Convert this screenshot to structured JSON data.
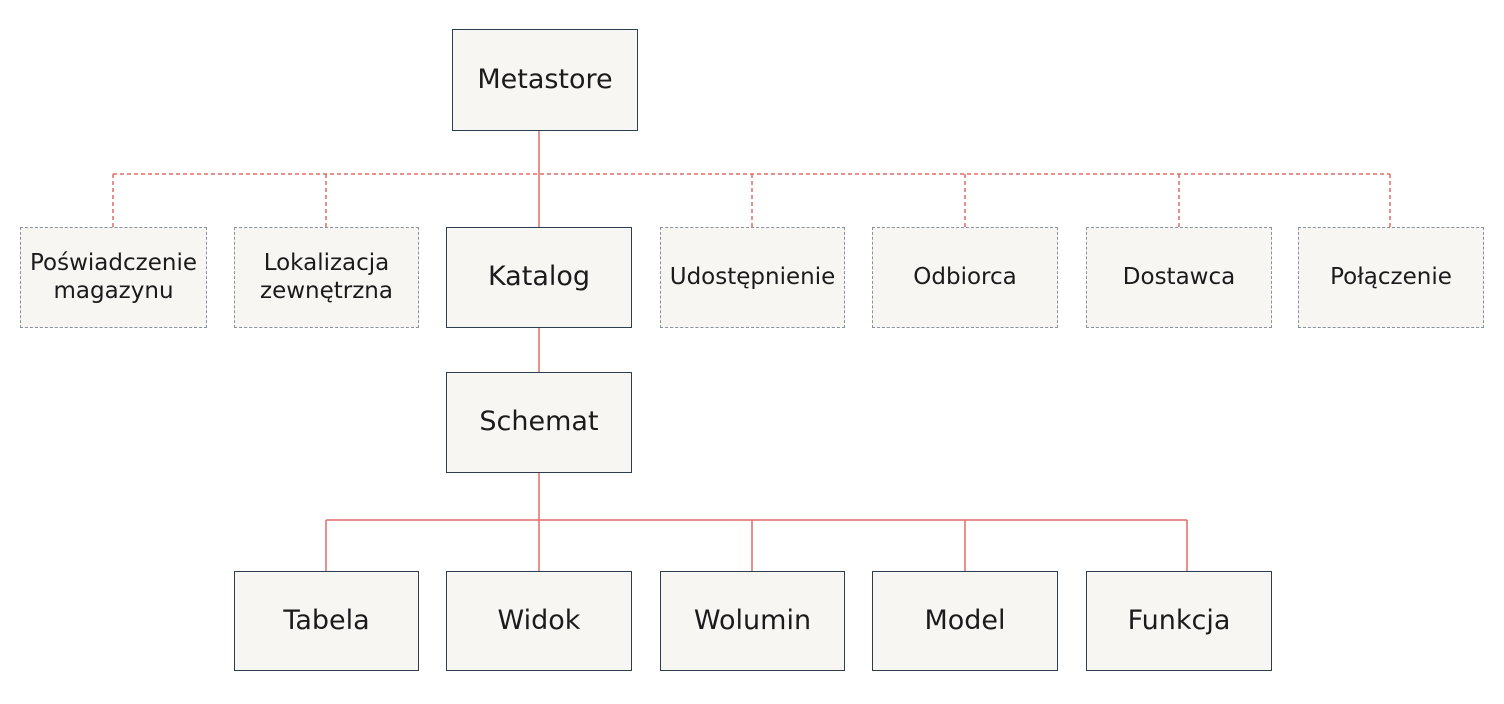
{
  "colors": {
    "connector": "#e36b66",
    "box_fill": "#f7f6f3",
    "solid_border": "#2d3e50",
    "dashed_border": "#8a939c",
    "text": "#1b1b1b"
  },
  "nodes": {
    "metastore": "Metastore",
    "katalog": "Katalog",
    "schemat": "Schemat",
    "poswiadczenie": "Poświadczenie\nmagazynu",
    "lokalizacja": "Lokalizacja\nzewnętrzna",
    "udostepnienie": "Udostępnienie",
    "odbiorca": "Odbiorca",
    "dostawca": "Dostawca",
    "polaczenie": "Połączenie",
    "tabela": "Tabela",
    "widok": "Widok",
    "wolumin": "Wolumin",
    "model": "Model",
    "funkcja": "Funkcja"
  }
}
